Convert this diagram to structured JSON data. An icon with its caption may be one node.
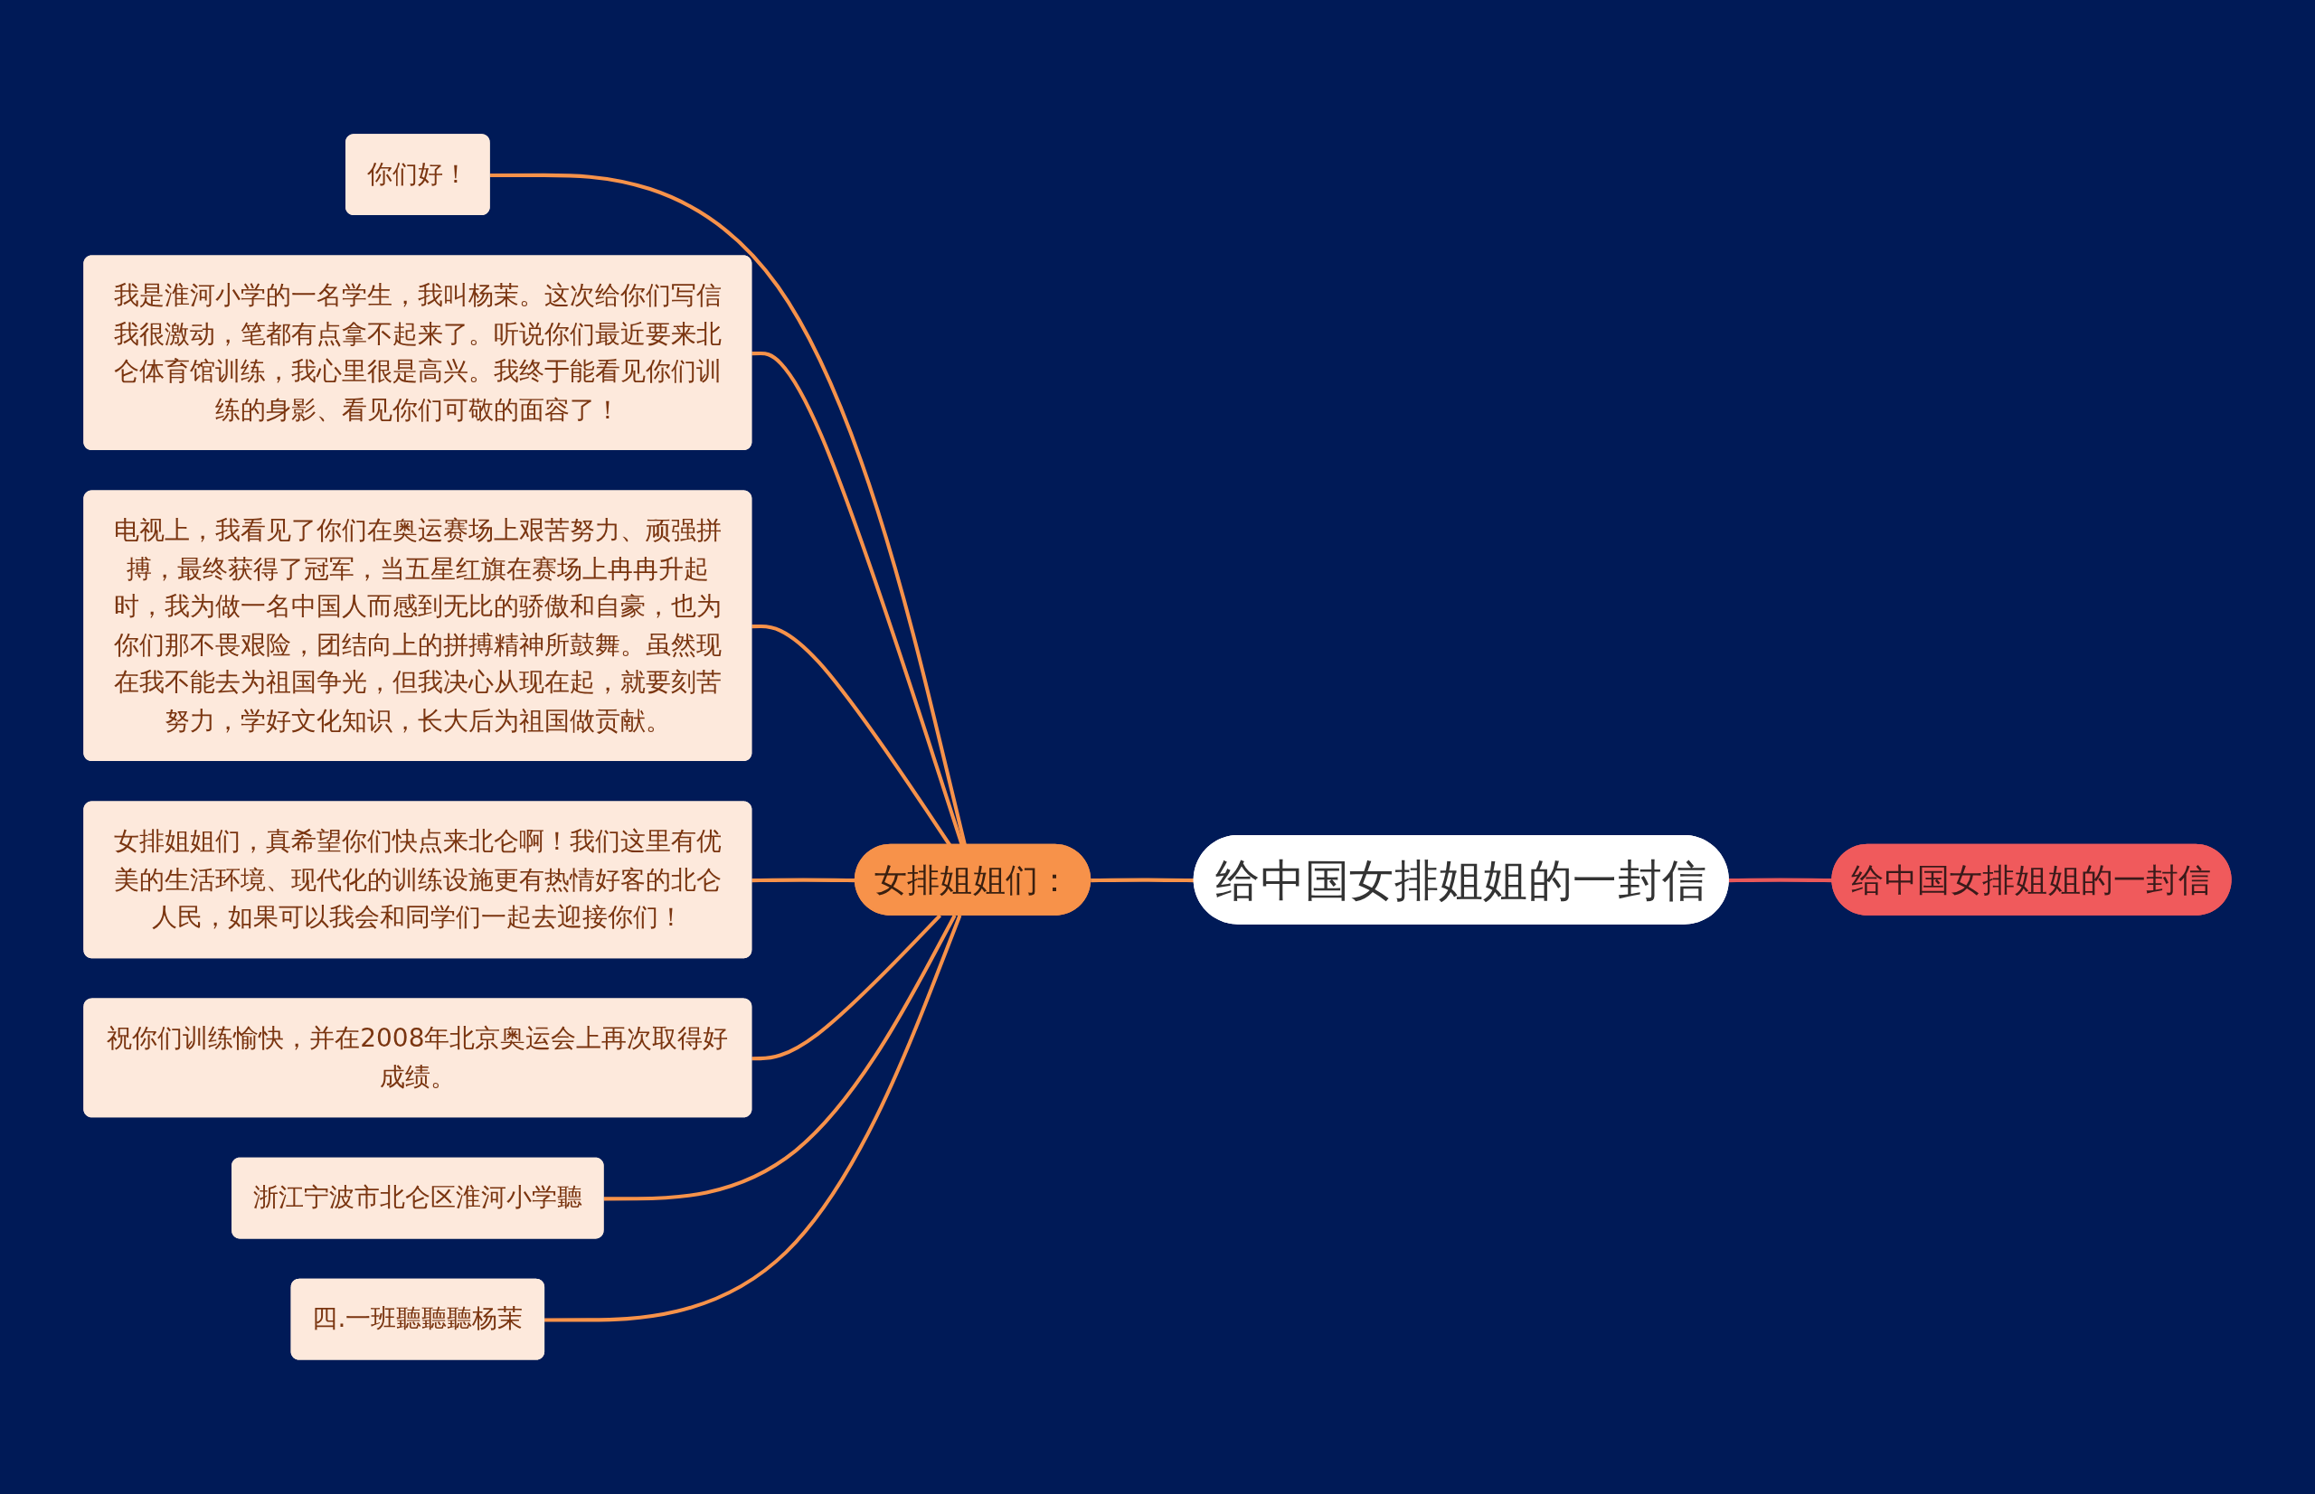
{
  "diagram": {
    "nodes": [
      {
        "text": [
          "给中国女排姐姐的一封信"
        ]
      },
      {
        "text": [
          "给中国女排姐姐的一封信"
        ]
      },
      {
        "text": [
          "女排姐姐们："
        ]
      },
      {
        "text": [
          "你们好！"
        ]
      },
      {
        "text": [
          "我是淮河小学的一名学生，我叫杨茉。这次给你们写信我很激动，笔都有点拿不起来了。听说你们最近要来北仑体育馆训练，我心里很是高兴。我终于能看见你们训练的身影、看见你们可敬的面容了！"
        ]
      },
      {
        "text": [
          "电视上，我看见了你们在奥运赛场上艰苦努力、顽强拼搏，最终获得了冠军，当五星红旗在赛场上冉冉升起时，我为做一名中国人而感到无比的骄傲和自豪，也为你们那不畏艰险，团结向上的拼搏精神所鼓舞。虽然现在我不能去为祖国争光，但我决心从现在起，就要刻苦努力，学好文化知识，长大后为祖国做贡献。"
        ]
      },
      {
        "text": [
          "女排姐姐们，真希望你们快点来北仑啊！我们这里有优美的生活环境、现代化的训练设施更有热情好客的北仑人民，如果可以我会和同学们一起去迎接你们！"
        ]
      },
      {
        "text": [
          "祝你们训练愉快，并在2008年北京奥运会上再次取得好成绩。"
        ]
      },
      {
        "text": [
          "浙江宁波市北仑区淮河小学聽"
        ]
      },
      {
        "text": [
          "四.一班聽聽聽杨茉"
        ]
      }
    ],
    "edges": [
      {
        "from": 0,
        "to": 1,
        "arrow": "none",
        "color": "#e8585a"
      },
      {
        "from": 0,
        "to": 2,
        "arrow": "none"
      },
      {
        "from": 2,
        "to": 3,
        "arrow": "none"
      },
      {
        "from": 2,
        "to": 4,
        "arrow": "none"
      },
      {
        "from": 2,
        "to": 5,
        "arrow": "none"
      },
      {
        "from": 2,
        "to": 6,
        "arrow": "none"
      },
      {
        "from": 2,
        "to": 7,
        "arrow": "none"
      },
      {
        "from": 2,
        "to": 8,
        "arrow": "none"
      },
      {
        "from": 2,
        "to": 9,
        "arrow": "none"
      }
    ]
  }
}
